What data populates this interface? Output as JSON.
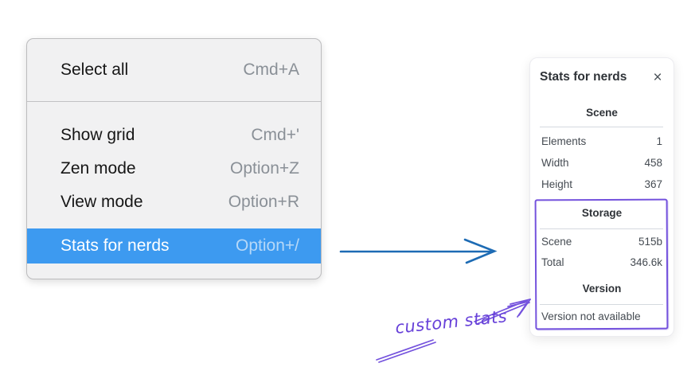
{
  "context_menu": {
    "items": [
      {
        "label": "Select all",
        "shortcut": "Cmd+A",
        "selected": false
      },
      {
        "label": "Show grid",
        "shortcut": "Cmd+'",
        "selected": false
      },
      {
        "label": "Zen mode",
        "shortcut": "Option+Z",
        "selected": false
      },
      {
        "label": "View mode",
        "shortcut": "Option+R",
        "selected": false
      },
      {
        "label": "Stats for nerds",
        "shortcut": "Option+/",
        "selected": true
      }
    ]
  },
  "stats_panel": {
    "title": "Stats for nerds",
    "close_icon": "×",
    "sections": [
      {
        "title": "Scene",
        "rows": [
          {
            "label": "Elements",
            "value": "1"
          },
          {
            "label": "Width",
            "value": "458"
          },
          {
            "label": "Height",
            "value": "367"
          }
        ]
      },
      {
        "title": "Storage",
        "rows": [
          {
            "label": "Scene",
            "value": "515b"
          },
          {
            "label": "Total",
            "value": "346.6k"
          }
        ]
      },
      {
        "title": "Version",
        "note": "Version not available"
      }
    ]
  },
  "annotation": {
    "label": "custom stats"
  },
  "colors": {
    "menu_highlight": "#3d9af0",
    "menu_background": "#f1f1f2",
    "arrow_blue": "#1d6bb4",
    "annotation_purple": "#7452dd",
    "annotation_text": "#6741d9"
  }
}
